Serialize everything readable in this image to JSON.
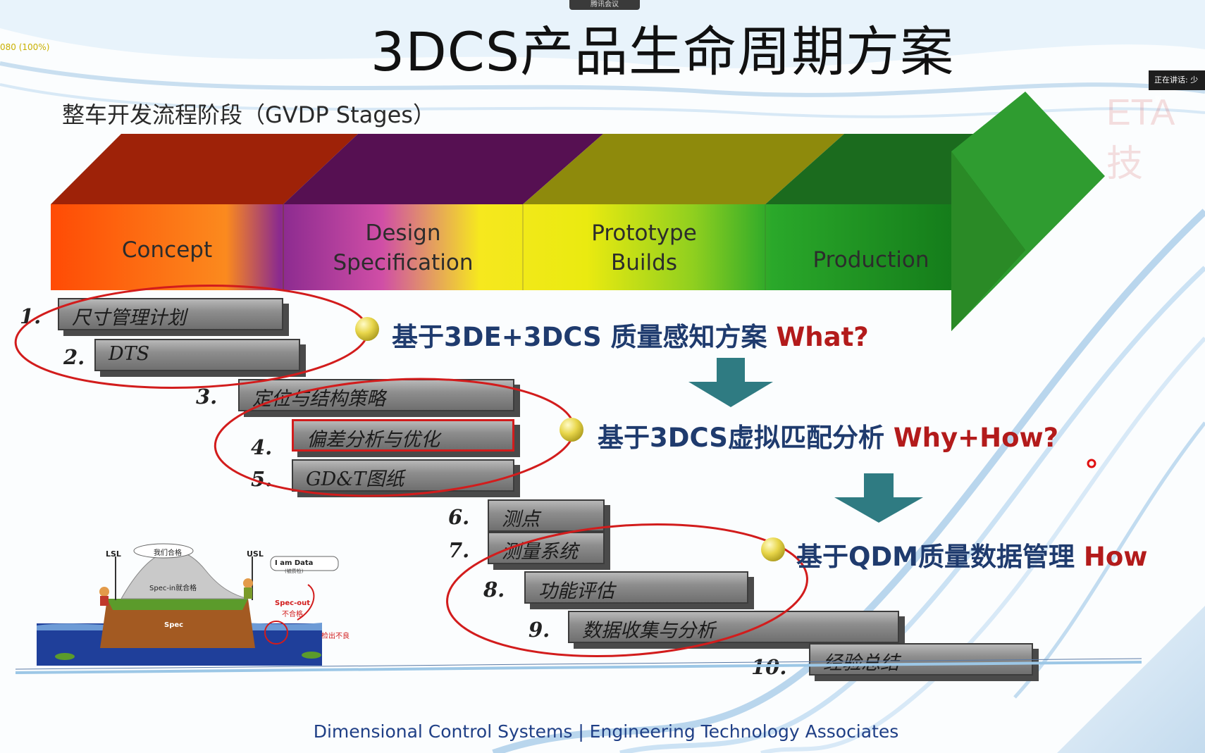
{
  "meeting": {
    "app_label": "腾讯会议",
    "zoom_text": "080 (100%)",
    "speaker_badge": "正在讲话: 少哥",
    "watermark": "ETA技"
  },
  "slide": {
    "title": "3DCS产品生命周期方案",
    "subtitle": "整车开发流程阶段（GVDP Stages）",
    "stages": [
      {
        "lines": [
          "Concept"
        ],
        "color": "#f25a10"
      },
      {
        "lines": [
          "Design",
          "Specification"
        ],
        "color": "#c23a9a"
      },
      {
        "lines": [
          "Prototype",
          "Builds"
        ],
        "color": "#c7d21a"
      },
      {
        "lines": [
          "Production"
        ],
        "color": "#1f9e25"
      }
    ],
    "tasks": [
      {
        "num": "1.",
        "label": "尺寸管理计划"
      },
      {
        "num": "2.",
        "label": "DTS"
      },
      {
        "num": "3.",
        "label": "定位与结构策略"
      },
      {
        "num": "4.",
        "label": "偏差分析与优化"
      },
      {
        "num": "5.",
        "label": "GD&T图纸"
      },
      {
        "num": "6.",
        "label": "测点"
      },
      {
        "num": "7.",
        "label": "测量系统"
      },
      {
        "num": "8.",
        "label": "功能评估"
      },
      {
        "num": "9.",
        "label": "数据收集与分析"
      },
      {
        "num": "10.",
        "label": "经验总结"
      }
    ],
    "solutions": [
      {
        "text": "基于3DE+3DCS 质量感知方案",
        "highlight": "What?"
      },
      {
        "text": "基于3DCS虚拟匹配分析",
        "highlight": "Why+How?"
      },
      {
        "text": "基于QDM质量数据管理",
        "highlight": "How"
      }
    ],
    "cartoon": {
      "lsl": "LSL",
      "usl": "USL",
      "speech_qualified": "我们合格",
      "i_am_data": "I am Data",
      "data_sub": "(被质检)",
      "spec_in": "Spec-in就合格",
      "spec": "Spec",
      "spec_out": "Spec-out",
      "not_qualified": "不合格",
      "detect_bad": "检出不良"
    },
    "footer": "Dimensional Control Systems | Engineering Technology Associates",
    "colors": {
      "accent_red": "#d01f1f",
      "navy_text": "#1f3b6e",
      "arrow_teal": "#2f7b82"
    }
  }
}
